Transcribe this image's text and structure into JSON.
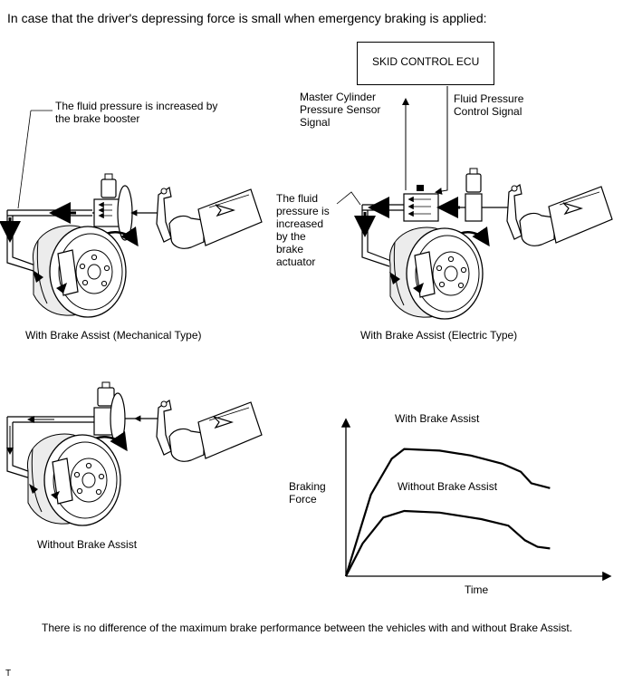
{
  "heading": "In case that the driver's depressing force is small when emergency braking is applied:",
  "ecu": {
    "label": "SKID CONTROL ECU"
  },
  "signals": {
    "master_cylinder": "Master Cylinder\nPressure Sensor\nSignal",
    "fluid_pressure_control": "Fluid Pressure\nControl Signal"
  },
  "notes": {
    "brake_booster": "The fluid pressure is increased by\nthe brake booster",
    "brake_actuator": "The fluid\npressure is\nincreased\nby the\nbrake\nactuator"
  },
  "captions": {
    "mechanical": "With Brake Assist (Mechanical Type)",
    "electric": "With Brake Assist (Electric Type)",
    "without": "Without Brake Assist"
  },
  "chart_data": {
    "type": "line",
    "xlabel": "Time",
    "ylabel": "Braking\nForce",
    "series": [
      {
        "name": "With Brake Assist",
        "points": [
          [
            0,
            0
          ],
          [
            0.12,
            0.5
          ],
          [
            0.22,
            0.72
          ],
          [
            0.28,
            0.78
          ],
          [
            0.45,
            0.77
          ],
          [
            0.6,
            0.74
          ],
          [
            0.75,
            0.69
          ],
          [
            0.84,
            0.64
          ],
          [
            0.89,
            0.57
          ],
          [
            0.98,
            0.54
          ]
        ]
      },
      {
        "name": "Without Brake Assist",
        "points": [
          [
            0,
            0
          ],
          [
            0.08,
            0.2
          ],
          [
            0.18,
            0.36
          ],
          [
            0.28,
            0.4
          ],
          [
            0.45,
            0.39
          ],
          [
            0.65,
            0.35
          ],
          [
            0.78,
            0.31
          ],
          [
            0.86,
            0.22
          ],
          [
            0.92,
            0.18
          ],
          [
            0.98,
            0.17
          ]
        ]
      }
    ]
  },
  "footer": "There is no difference of the maximum brake performance between the vehicles with and without Brake Assist.",
  "corner_mark": "T"
}
